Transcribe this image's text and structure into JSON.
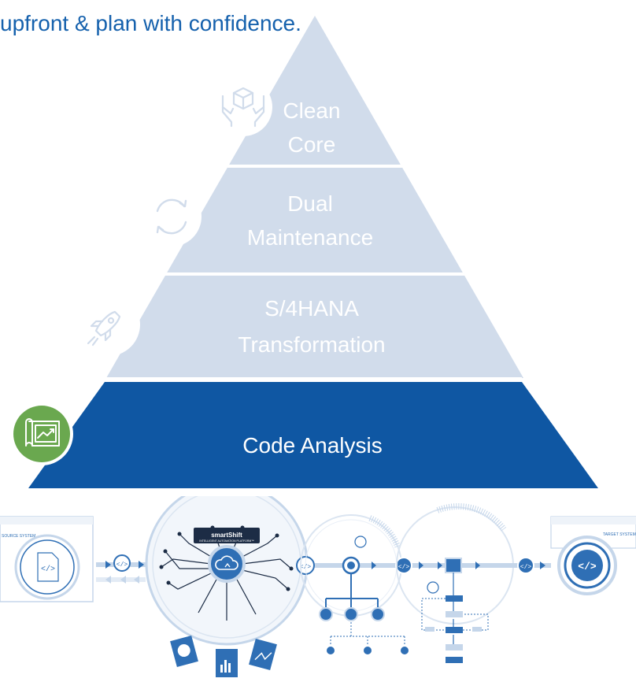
{
  "headline": "upfront & plan with confidence.",
  "pyramid": {
    "tiers": [
      {
        "line1": "Clean",
        "line2": "Core",
        "icon": "hands-holding-box-icon",
        "active": false
      },
      {
        "line1": "Dual",
        "line2": "Maintenance",
        "icon": "sync-arrows-icon",
        "active": false
      },
      {
        "line1": "S/4HANA",
        "line2": "Transformation",
        "icon": "rocket-icon",
        "active": false
      },
      {
        "line1": "Code Analysis",
        "line2": "",
        "icon": "blueprint-chart-icon",
        "active": true
      }
    ]
  },
  "flow": {
    "platform_name": "smartShift",
    "platform_tagline": "INTELLIGENT AUTOMATION PLATFORM™",
    "source_label": "SOURCE SYSTEM",
    "target_label": "TARGET SYSTEM"
  },
  "colors": {
    "headline": "#1561ad",
    "pyramid_light": "#d1dceb",
    "pyramid_active": "#0f57a3",
    "active_icon_bg": "#6aa84f",
    "light_text": "#ffffff",
    "flow_blue": "#2f6fb5",
    "flow_light": "#c5d6ea"
  }
}
